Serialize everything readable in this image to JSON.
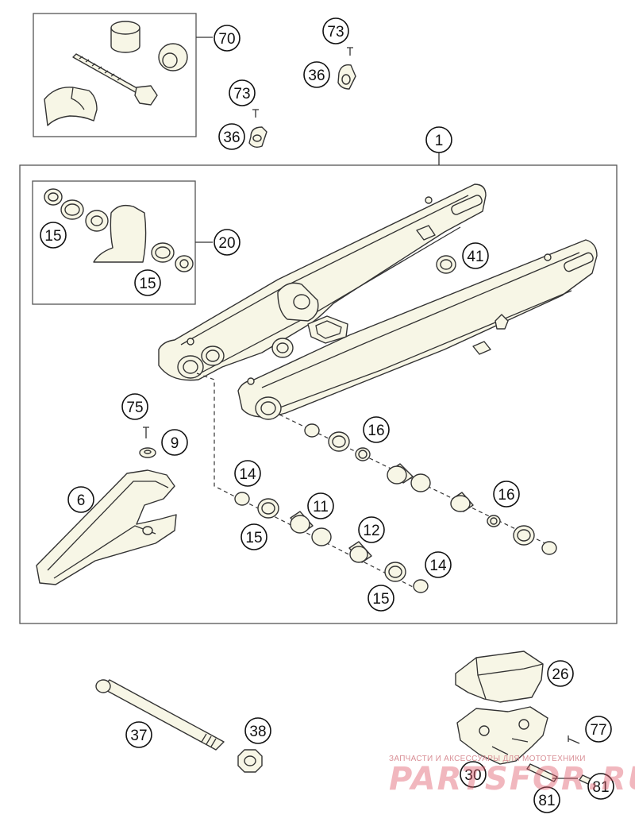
{
  "callouts": {
    "c70": "70",
    "c73a": "73",
    "c36a": "36",
    "c73b": "73",
    "c36b": "36",
    "c1": "1",
    "c20": "20",
    "c15a": "15",
    "c15b": "15",
    "c41": "41",
    "c75": "75",
    "c9": "9",
    "c6": "6",
    "c16a": "16",
    "c14a": "14",
    "c11": "11",
    "c16b": "16",
    "c15c": "15",
    "c12": "12",
    "c14b": "14",
    "c15d": "15",
    "c26": "26",
    "c37": "37",
    "c38": "38",
    "c77": "77",
    "c30": "30",
    "c81a": "81",
    "c81b": "81"
  },
  "watermark": {
    "tagline": "ЗАПЧАСТИ И АКСЕССУАРЫ ДЛЯ МОТОТЕХНИКИ",
    "logo": "PARTSFOR.RU"
  },
  "colors": {
    "part_fill": "#f7f6e6",
    "line": "#333333",
    "watermark": "#e05f6e"
  }
}
